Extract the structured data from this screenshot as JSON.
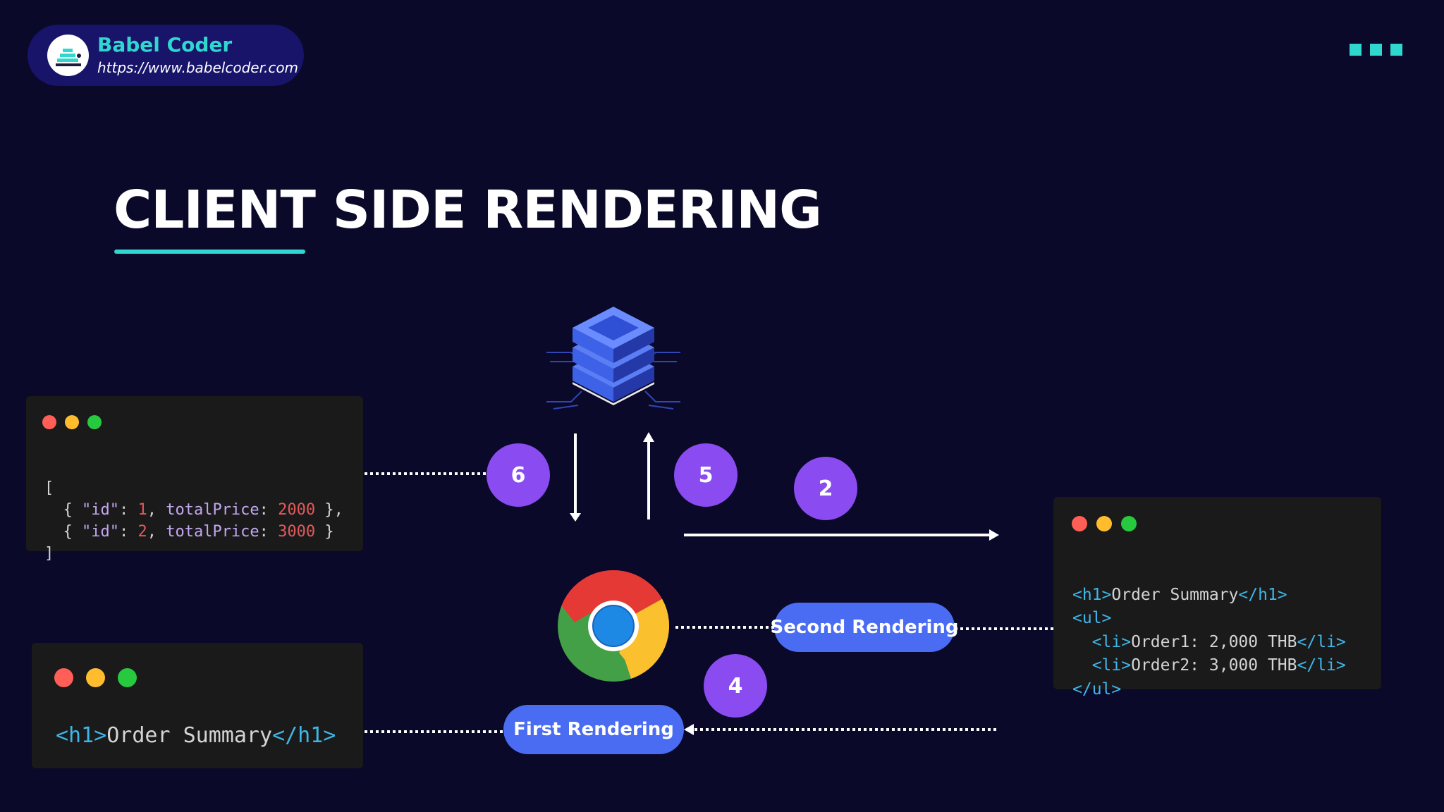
{
  "brand": {
    "name": "Babel Coder",
    "url": "https://www.babelcoder.com"
  },
  "title": "CLIENT SIDE RENDERING",
  "icons": {
    "server": "server-stack-icon",
    "browser": "chrome-browser-icon",
    "menu": "three-dots-menu-icon"
  },
  "colors": {
    "background": "#0a0929",
    "accent": "#2fd7cf",
    "step_circle": "#8a4bf0",
    "pill": "#4a6cf2",
    "window_red": "#ff5f56",
    "window_yellow": "#ffbd2e",
    "window_green": "#27c93f"
  },
  "json_window": {
    "line1": "[",
    "row1": {
      "open": "  { ",
      "key": "\"id\"",
      "colon": ": ",
      "id": "1",
      "sep": ", ",
      "field": "totalPrice",
      "colon2": ": ",
      "price": "2000",
      "close": " },"
    },
    "row2": {
      "open": "  { ",
      "key": "\"id\"",
      "colon": ": ",
      "id": "2",
      "sep": ", ",
      "field": "totalPrice",
      "colon2": ": ",
      "price": "3000",
      "close": " }"
    },
    "line4": "]"
  },
  "first_window": {
    "open_tag": "<h1>",
    "text": "Order Summary",
    "close_tag": "</h1>"
  },
  "second_window": {
    "h1_open": "<h1>",
    "h1_text": "Order Summary",
    "h1_close": "</h1>",
    "ul_open": "<ul>",
    "li1_open": "  <li>",
    "li1_text": "Order1: 2,000 THB",
    "li1_close": "</li>",
    "li2_open": "  <li>",
    "li2_text": "Order2: 3,000 THB",
    "li2_close": "</li>",
    "ul_close": "</ul>"
  },
  "steps": {
    "step6": "6",
    "step5": "5",
    "step2": "2",
    "step4": "4"
  },
  "labels": {
    "second_rendering": "Second Rendering",
    "first_rendering": "First Rendering"
  }
}
